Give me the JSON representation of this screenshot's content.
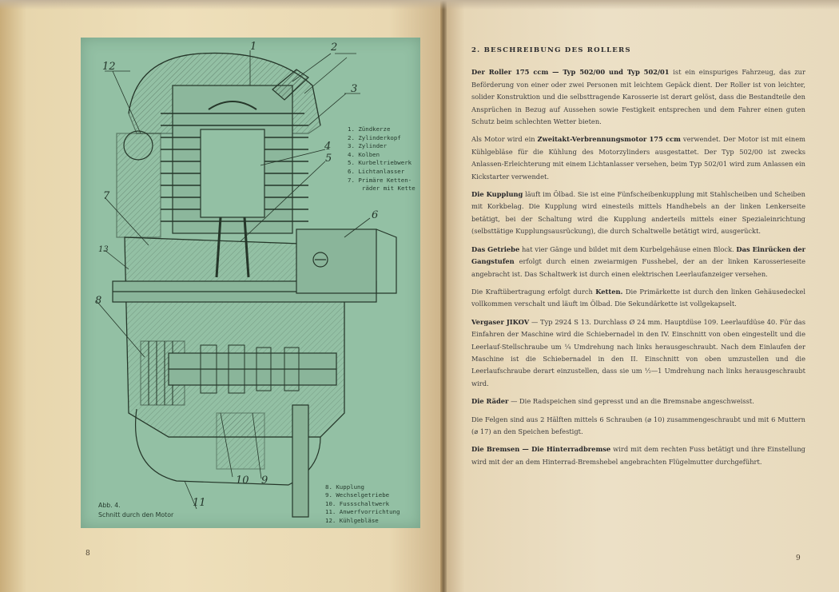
{
  "left_page": {
    "page_number": "8",
    "figure": {
      "caption_line1": "Abb. 4.",
      "caption_line2": "Schnitt durch den Motor",
      "callouts": [
        "1",
        "2",
        "3",
        "4",
        "5",
        "6",
        "7",
        "8",
        "9",
        "10",
        "11",
        "12",
        "13"
      ],
      "legend_top": [
        "1. Zündkerze",
        "2. Zylinderkopf",
        "3. Zylinder",
        "4. Kolben",
        "5. Kurbeltriebwerk",
        "6. Lichtanlasser",
        "7. Primäre Ketten-"
      ],
      "legend_top_continuation": "räder mit Kette",
      "legend_bottom": [
        "8. Kupplung",
        "9. Wechselgetriebe",
        "10. Fussschaltwerk",
        "11. Anwerfvorrichtung",
        "12. Kühlgebläse"
      ]
    }
  },
  "right_page": {
    "page_number": "9",
    "heading": "2. BESCHREIBUNG DES ROLLERS",
    "paragraphs": [
      [
        {
          "b": "Der Roller 175 ccm — Typ 502/00 und Typ 502/01"
        },
        {
          "t": " ist ein einspuriges Fahrzeug, das zur Beförderung von einer oder zwei Personen mit leichtem Gepäck dient. Der Roller ist von leichter, solider Konstruktion und die selbsttragende Karosserie ist derart gelöst, dass die Bestandteile den Ansprüchen in Bezug auf Aussehen sowie Festigkeit entsprechen und dem Fahrer einen guten Schutz beim schlechten Wetter bieten."
        }
      ],
      [
        {
          "t": "Als Motor wird ein "
        },
        {
          "b": "Zweitakt-Verbrennungsmotor 175 ccm"
        },
        {
          "t": " verwendet. Der Motor ist mit einem Kühlgebläse für die Kühlung des Motorzylinders ausgestattet. Der Typ 502/00 ist zwecks Anlassen-Erleichterung mit einem Lichtanlasser versehen, beim Typ 502/01 wird zum Anlassen ein Kickstarter verwendet."
        }
      ],
      [
        {
          "b": "Die Kupplung"
        },
        {
          "t": " läuft im Ölbad. Sie ist eine Fünfscheibenkupplung mit Stahlscheiben und Scheiben mit Korkbelag. Die Kupplung wird einesteils mittels Handhebels an der linken Lenkerseite betätigt, bei der Schaltung wird die Kupplung anderteils mittels einer Spezialeinrichtung (selbsttätige Kupplungsausrückung), die durch Schaltwelle betätigt wird, ausgerückt."
        }
      ],
      [
        {
          "b": "Das Getriebe"
        },
        {
          "t": " hat vier Gänge und bildet mit dem Kurbelgehäuse einen Block. "
        },
        {
          "b": "Das Einrücken der Gangstufen"
        },
        {
          "t": " erfolgt durch einen zweiarmigen Fusshebel, der an der linken Karosserieseite angebracht ist. Das Schaltwerk ist durch einen elektrischen Leerlaufanzeiger versehen."
        }
      ],
      [
        {
          "t": "Die Kraftübertragung erfolgt durch "
        },
        {
          "b": "Ketten."
        },
        {
          "t": " Die Primärkette ist durch den linken Gehäusedeckel vollkommen verschalt und läuft im Ölbad. Die Sekundärkette ist vollgekapselt."
        }
      ],
      [
        {
          "b": "Vergaser JIKOV"
        },
        {
          "t": " — Typ 2924 S 13. Durchlass Ø 24 mm. Hauptdüse 109. Leerlaufdüse 40. Für das Einfahren der Maschine wird die Schiebernadel in den IV. Einschnitt von oben eingestellt und die Leerlauf-Stellschraube um ¼ Umdrehung nach links herausgeschraubt. Nach dem Einlaufen der Maschine ist die Schiebernadel in den II. Einschnitt von oben umzustellen und die Leerlaufschraube derart einzustellen, dass sie um ½—1 Umdrehung nach links herausgeschraubt wird."
        }
      ],
      [
        {
          "b": "Die Räder"
        },
        {
          "t": " — Die Radspeichen sind gepresst und an die Bremsnabe angeschweisst."
        }
      ],
      [
        {
          "t": "Die Felgen sind aus 2 Hälften mittels 6 Schrauben (⌀ 10) zusammengeschraubt und mit 6 Muttern (⌀ 17) an den Speichen befestigt."
        }
      ],
      [
        {
          "b": "Die Bremsen — Die Hinterradbremse"
        },
        {
          "t": " wird mit dem rechten Fuss betätigt und ihre Einstellung wird mit der an dem Hinterrad-Bremshebel angebrachten Flügelmutter durchgeführt."
        }
      ]
    ]
  }
}
